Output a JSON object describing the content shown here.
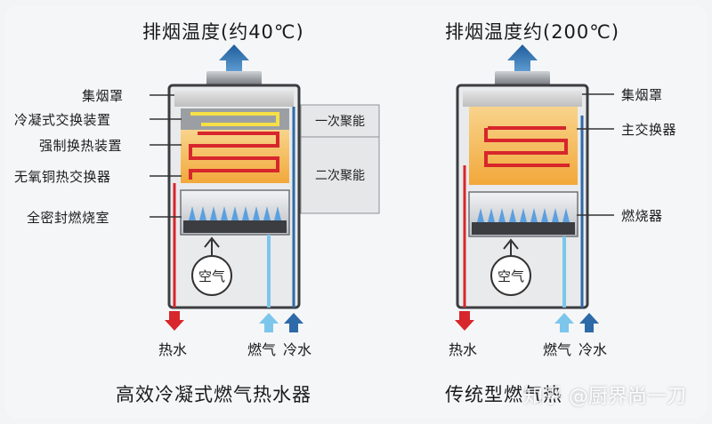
{
  "left": {
    "exhaust_temp": "排烟温度(约40℃)",
    "labels": {
      "hood": "集烟罩",
      "condensing": "冷凝式交换装置",
      "forced": "强制换热装置",
      "copper": "无氧铜热交换器",
      "chamber": "全密封燃烧室"
    },
    "stage1": "一次聚能",
    "stage2": "二次聚能",
    "air": "空气",
    "hot_water": "热水",
    "gas": "燃气",
    "cold_water": "冷水",
    "caption": "高效冷凝式燃气热水器"
  },
  "right": {
    "exhaust_temp": "排烟温度约(200℃)",
    "labels": {
      "hood": "集烟罩",
      "main_exchanger": "主交换器",
      "burner": "燃烧器"
    },
    "air": "空气",
    "hot_water": "热水",
    "gas": "燃气",
    "cold_water": "冷水",
    "caption": "传统型燃气热"
  },
  "watermark": "知乎 @厨界尚一刀",
  "colors": {
    "hot_red": "#d7262c",
    "cold_blue": "#2e6aa8",
    "gas_blue": "#7cc6ec",
    "exhaust_arrow": "#2c6aa3",
    "heat_orange": "#f5b84c",
    "flame_blue": "#5aa0e0"
  }
}
